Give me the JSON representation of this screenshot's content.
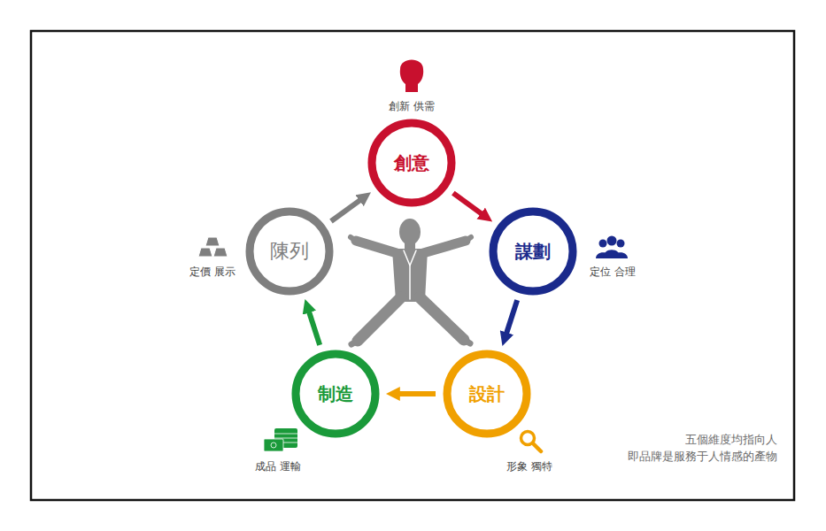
{
  "diagram": {
    "nodes": [
      {
        "text": [
          "創意"
        ]
      },
      {
        "text": [
          "謀劃"
        ]
      },
      {
        "text": [
          "設計"
        ]
      },
      {
        "text": [
          "制造"
        ]
      },
      {
        "text": [
          "陳列"
        ]
      }
    ],
    "edges": [
      {
        "from": 0,
        "to": 1,
        "arrow": "to"
      },
      {
        "from": 1,
        "to": 2,
        "arrow": "to"
      },
      {
        "from": 2,
        "to": 3,
        "arrow": "to"
      },
      {
        "from": 3,
        "to": 4,
        "arrow": "to"
      },
      {
        "from": 4,
        "to": 0,
        "arrow": "to"
      }
    ],
    "labels": [
      "創新 供需",
      "定位 合理",
      "形象 獨特",
      "成品 運輸",
      "定價 展示",
      "五個維度均指向人 即品牌是服務于人情感的產物"
    ]
  }
}
